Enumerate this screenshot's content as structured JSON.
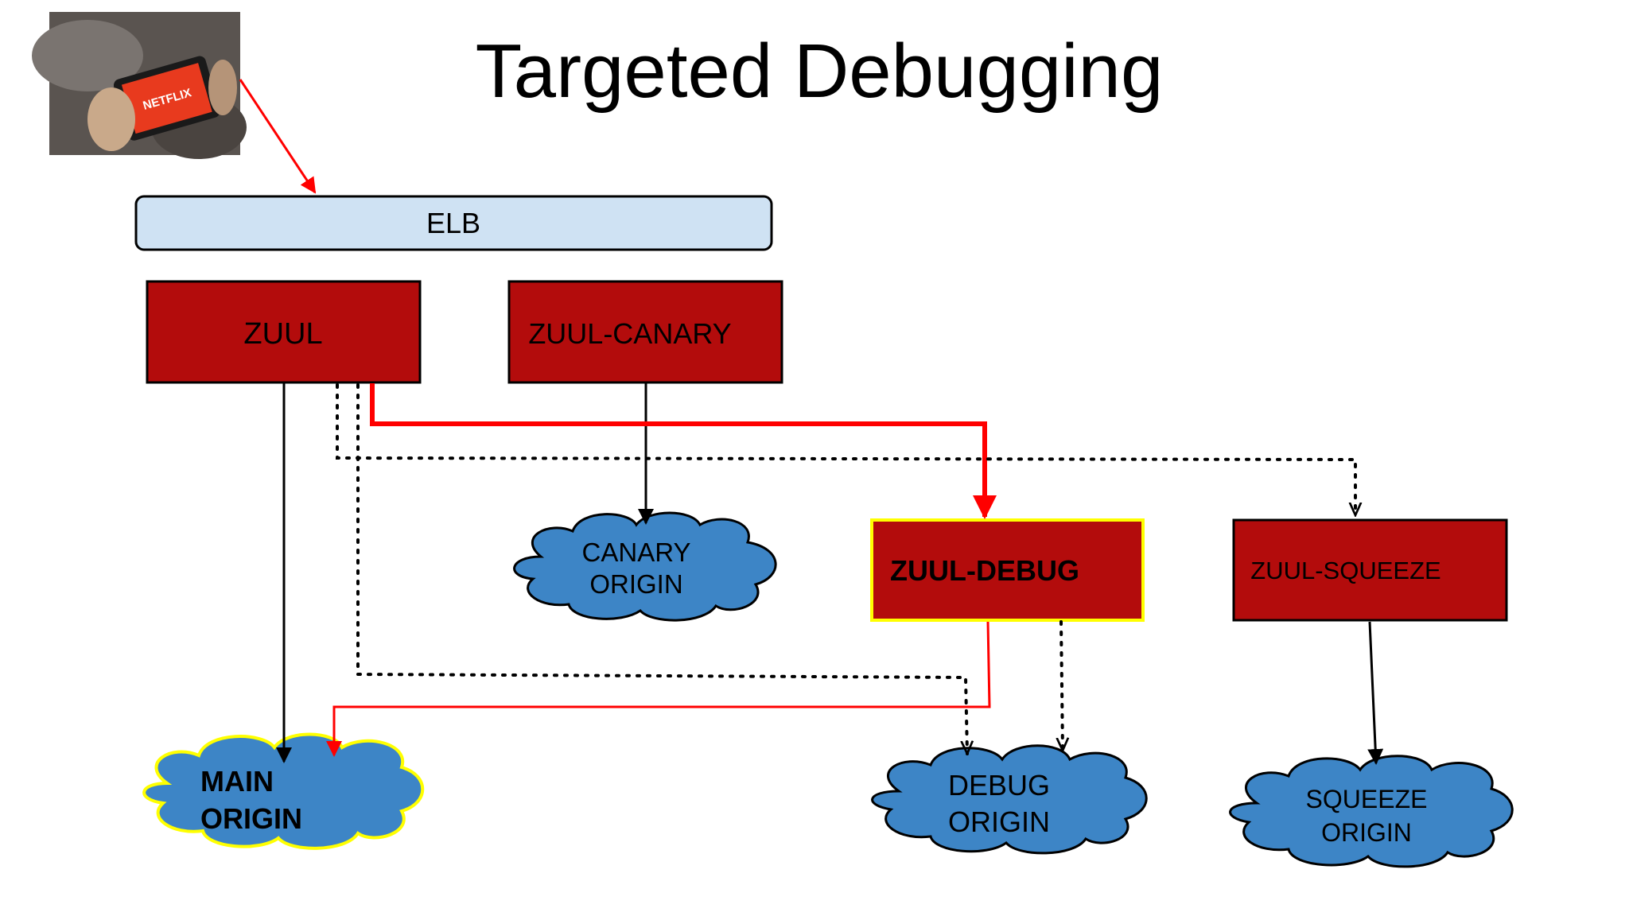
{
  "slide": {
    "title": "Targeted Debugging"
  },
  "thumbnail": {
    "logo_text": "NETFLIX"
  },
  "nodes": {
    "elb": "ELB",
    "zuul": "ZUUL",
    "zuul_canary": "ZUUL-CANARY",
    "zuul_debug": "ZUUL-DEBUG",
    "zuul_squeeze": "ZUUL-SQUEEZE",
    "canary_origin": {
      "line1": "CANARY",
      "line2": "ORIGIN"
    },
    "main_origin": {
      "line1": "MAIN",
      "line2": "ORIGIN"
    },
    "debug_origin": {
      "line1": "DEBUG",
      "line2": "ORIGIN"
    },
    "squeeze_origin": {
      "line1": "SQUEEZE",
      "line2": "ORIGIN"
    }
  },
  "colors": {
    "box_fill": "#b30c0c",
    "elb_fill": "#cfe2f3",
    "cloud_fill": "#3d85c6",
    "highlight": "#ffff00",
    "path_red": "#ff0000",
    "text_dark": "#000000"
  }
}
